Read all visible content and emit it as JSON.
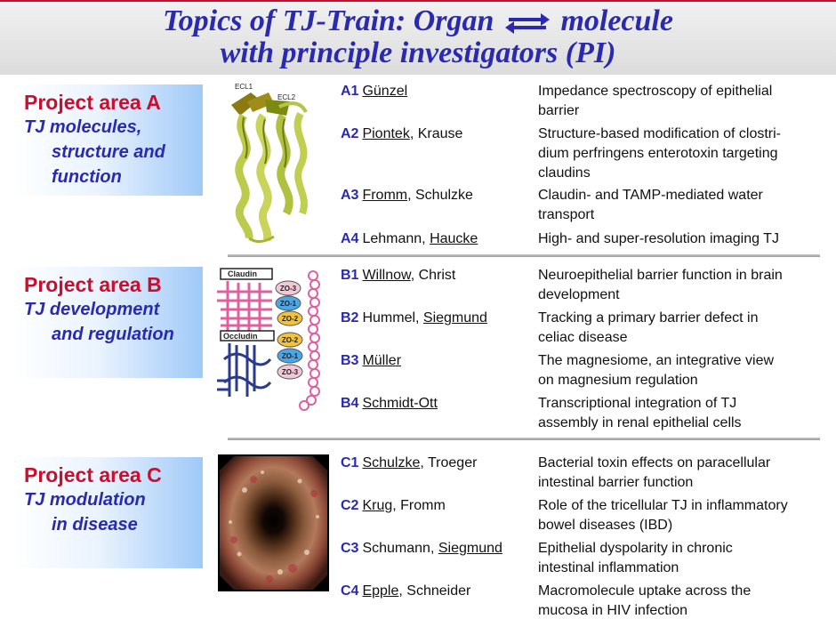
{
  "header": {
    "line1_a": "Topics of TJ-Train: Organ",
    "line1_b": "molecule",
    "line2": "with principle investigators (PI)"
  },
  "colors": {
    "accent_red": "#c8102e",
    "title_blue": "#2a2ab0"
  },
  "areas": [
    {
      "title": "Project area A",
      "subtitle": [
        "TJ molecules,",
        "structure and",
        "function"
      ],
      "figure": {
        "labels": [
          "ECL1",
          "ECL2"
        ]
      },
      "projects": [
        {
          "code": "A1",
          "pis": [
            {
              "name": "Günzel",
              "underline": true
            }
          ],
          "description": [
            "Impedance spectroscopy of epithelial",
            "barrier"
          ]
        },
        {
          "code": "A2",
          "pis": [
            {
              "name": "Piontek",
              "underline": true
            },
            {
              "name": "Krause",
              "underline": false
            }
          ],
          "description": [
            "Structure-based modification of clostri-",
            "dium perfringens enterotoxin targeting",
            "claudins"
          ]
        },
        {
          "code": "A3",
          "pis": [
            {
              "name": "Fromm",
              "underline": true
            },
            {
              "name": "Schulzke",
              "underline": false
            }
          ],
          "description": [
            "Claudin- and TAMP-mediated water",
            "transport"
          ]
        },
        {
          "code": "A4",
          "pis": [
            {
              "name": "Lehmann",
              "underline": false
            },
            {
              "name": "Haucke",
              "underline": true
            }
          ],
          "description": [
            "High- and super-resolution imaging TJ"
          ]
        }
      ]
    },
    {
      "title": "Project area B",
      "subtitle": [
        "TJ development",
        "and regulation"
      ],
      "figure": {
        "labels": [
          "Claudin",
          "Occludin",
          "ZO-3",
          "ZO-1",
          "ZO-2",
          "ZO-2",
          "ZO-1",
          "ZO-3"
        ]
      },
      "projects": [
        {
          "code": "B1",
          "pis": [
            {
              "name": "Willnow",
              "underline": true
            },
            {
              "name": "Christ",
              "underline": false
            }
          ],
          "description": [
            "Neuroepithelial barrier function in brain",
            "development"
          ]
        },
        {
          "code": "B2",
          "pis": [
            {
              "name": "Hummel",
              "underline": false
            },
            {
              "name": "Siegmund",
              "underline": true
            }
          ],
          "description": [
            "Tracking a primary barrier defect in",
            "celiac disease"
          ]
        },
        {
          "code": "B3",
          "pis": [
            {
              "name": "Müller",
              "underline": true
            }
          ],
          "description": [
            "The magnesiome, an integrative view",
            "on magnesium regulation"
          ]
        },
        {
          "code": "B4",
          "pis": [
            {
              "name": "Schmidt-Ott",
              "underline": true
            }
          ],
          "description": [
            "Transcriptional integration of TJ",
            "assembly in renal epithelial cells"
          ]
        }
      ]
    },
    {
      "title": "Project area C",
      "subtitle": [
        "TJ modulation",
        "in disease"
      ],
      "projects": [
        {
          "code": "C1",
          "pis": [
            {
              "name": "Schulzke",
              "underline": true
            },
            {
              "name": "Troeger",
              "underline": false
            }
          ],
          "description": [
            "Bacterial toxin effects on paracellular",
            "intestinal barrier function"
          ]
        },
        {
          "code": "C2",
          "pis": [
            {
              "name": "Krug",
              "underline": true
            },
            {
              "name": "Fromm",
              "underline": false
            }
          ],
          "description": [
            "Role of the tricellular TJ in inflammatory",
            "bowel diseases (IBD)"
          ]
        },
        {
          "code": "C3",
          "pis": [
            {
              "name": "Schumann",
              "underline": false
            },
            {
              "name": "Siegmund",
              "underline": true
            }
          ],
          "description": [
            "Epithelial dyspolarity in chronic",
            "intestinal inflammation"
          ]
        },
        {
          "code": "C4",
          "pis": [
            {
              "name": "Epple",
              "underline": true
            },
            {
              "name": "Schneider",
              "underline": false
            }
          ],
          "description": [
            "Macromolecule uptake across the",
            "mucosa in HIV infection"
          ]
        }
      ]
    }
  ]
}
